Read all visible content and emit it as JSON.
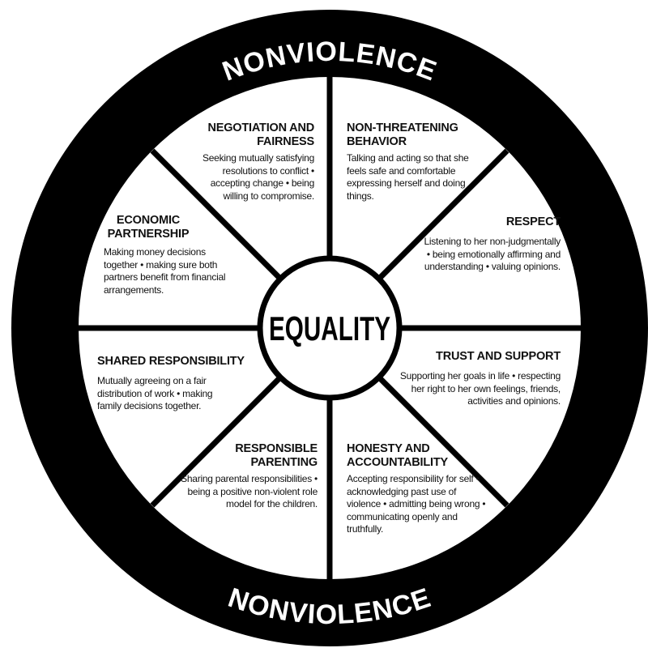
{
  "title_top": "NONVIOLENCE",
  "title_bottom": "NONVIOLENCE",
  "center": "EQUALITY",
  "colors": {
    "ring": "#000000",
    "background": "#ffffff",
    "ring_text": "#ffffff"
  },
  "segments": [
    {
      "heading": "NEGOTIATION AND FAIRNESS",
      "body": "Seeking mutually satisfying resolutions to conflict • accepting change • being willing to compromise."
    },
    {
      "heading": "NON-THREATENING BEHAVIOR",
      "body": "Talking and acting so that she feels safe and comfortable expressing herself and doing things."
    },
    {
      "heading": "RESPECT",
      "body": "Listening to her non-judgmentally • being emotionally affirming and understanding • valuing opinions."
    },
    {
      "heading": "TRUST AND SUPPORT",
      "body": "Supporting her goals in life • respecting her right to her own feelings, friends, activities and opinions."
    },
    {
      "heading": "HONESTY AND ACCOUNTABILITY",
      "body": "Accepting responsibility for self • acknowledging past use of violence • admitting being wrong • communicating openly and truthfully."
    },
    {
      "heading": "RESPONSIBLE PARENTING",
      "body": "Sharing parental responsibilities • being a positive non-violent role model for the children."
    },
    {
      "heading": "SHARED RESPONSIBILITY",
      "body": "Mutually agreeing on a fair distribution of work • making family decisions together."
    },
    {
      "heading": "ECONOMIC PARTNERSHIP",
      "body": "Making money decisions together • making sure both partners benefit from financial arrangements."
    }
  ]
}
